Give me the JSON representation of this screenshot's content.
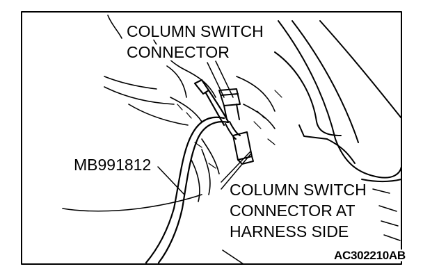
{
  "labels": {
    "column_switch_connector_line1": "COLUMN SWITCH",
    "column_switch_connector_line2": "CONNECTOR",
    "tool_number": "MB991812",
    "harness_side_line1": "COLUMN SWITCH",
    "harness_side_line2": "CONNECTOR AT",
    "harness_side_line3": "HARNESS SIDE",
    "figure_code": "AC302210AB"
  }
}
